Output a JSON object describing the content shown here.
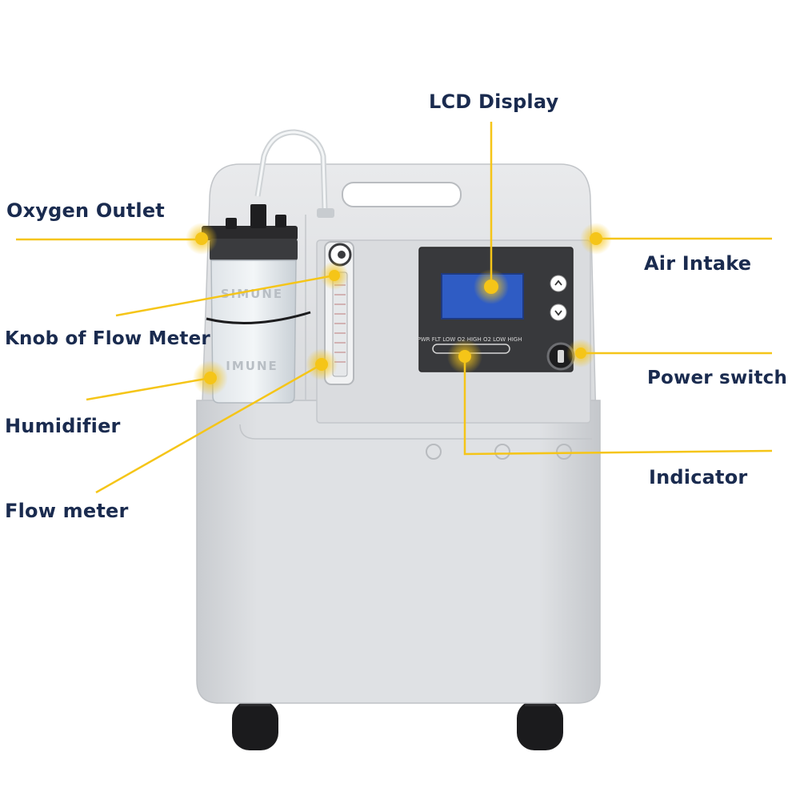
{
  "diagram": {
    "device": "oxygen concentrator",
    "accent_color": "#f5c518",
    "label_color": "#1a2b4f",
    "labels": {
      "lcd_display": "LCD Display",
      "oxygen_outlet": "Oxygen Outlet",
      "air_intake": "Air Intake",
      "knob_of_flow_meter": "Knob of Flow Meter",
      "power_switch": "Power switch",
      "humidifier": "Humidifier",
      "indicator": "Indicator",
      "flow_meter": "Flow meter"
    },
    "device_text": {
      "bottle_brand": "SIMUNE",
      "panel_indicator_text": "PWR  FLT  LOW O2  HIGH O2  LOW HIGH"
    }
  }
}
